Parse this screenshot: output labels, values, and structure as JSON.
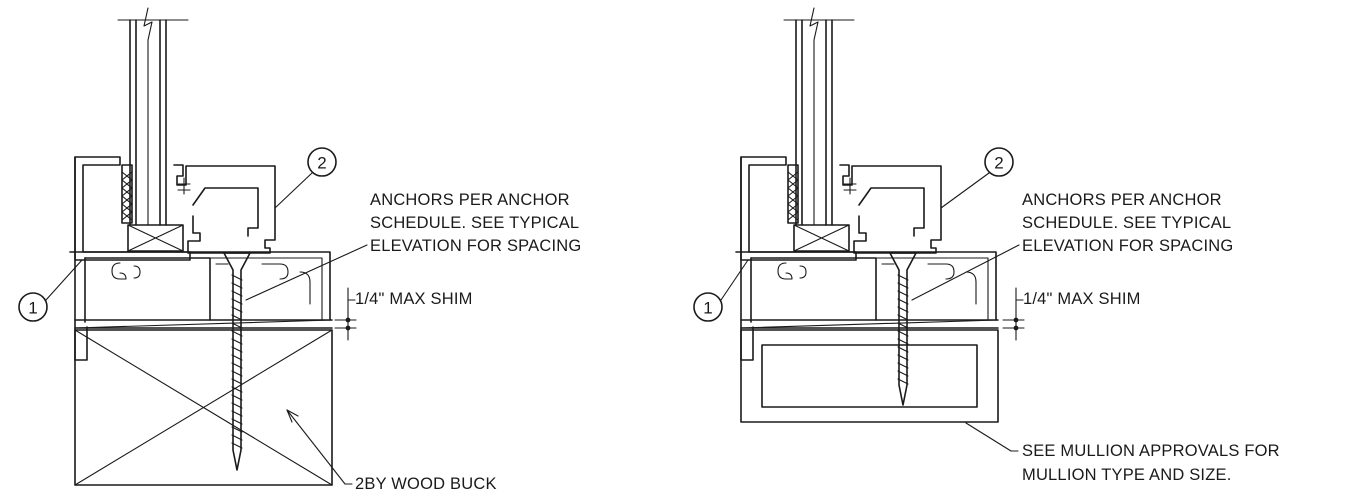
{
  "details": [
    {
      "id": "left",
      "callout_1": "1",
      "callout_2": "2",
      "anchor_note": [
        "ANCHORS PER ANCHOR",
        "SCHEDULE. SEE TYPICAL",
        "ELEVATION FOR SPACING"
      ],
      "shim_note": "1/4\" MAX SHIM",
      "substrate_note": [
        "2BY WOOD BUCK"
      ]
    },
    {
      "id": "right",
      "callout_1": "1",
      "callout_2": "2",
      "anchor_note": [
        "ANCHORS PER ANCHOR",
        "SCHEDULE. SEE TYPICAL",
        "ELEVATION FOR SPACING"
      ],
      "shim_note": "1/4\" MAX SHIM",
      "substrate_note": [
        "SEE MULLION APPROVALS FOR",
        "MULLION TYPE AND SIZE."
      ]
    }
  ]
}
